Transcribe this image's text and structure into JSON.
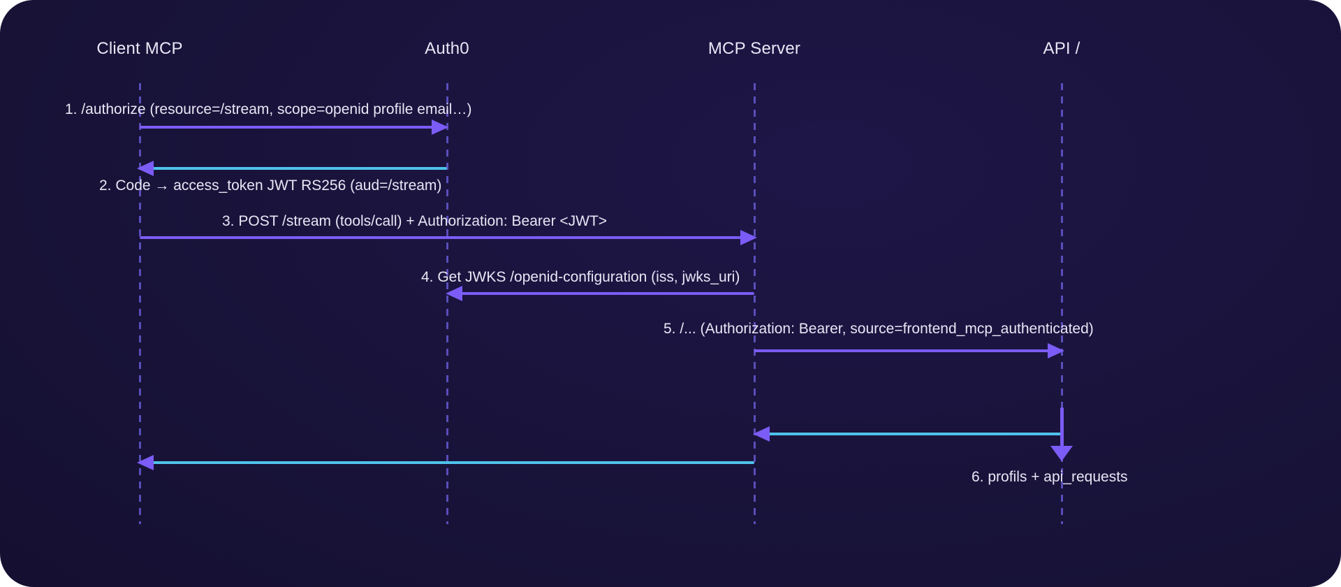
{
  "title": "MCP OAuth sequence diagram",
  "colors": {
    "canvas_center": "#1e1647",
    "canvas_main": "#171236",
    "canvas_edge": "#110d28",
    "purple": "#7c5cf6",
    "cyan": "#4ec2ea",
    "lifeline": "#6459d0",
    "text": "#e9e6f5"
  },
  "actors": [
    {
      "label": "Client MCP"
    },
    {
      "label": "Auth0"
    },
    {
      "label": "MCP Server"
    },
    {
      "label": "API /"
    }
  ],
  "messages": [
    {
      "label": "1. /authorize (resource=/stream, scope=openid profile email…)",
      "from": "Client MCP",
      "to": "Auth0",
      "direction": "right",
      "line_color": "purple"
    },
    {
      "label": "2. Code → access_token JWT RS256 (aud=/stream)",
      "from": "Auth0",
      "to": "Client MCP",
      "direction": "left",
      "line_color": "cyan"
    },
    {
      "label": "3. POST /stream (tools/call) + Authorization: Bearer <JWT>",
      "from": "Client MCP",
      "to": "MCP Server",
      "direction": "right",
      "line_color": "purple"
    },
    {
      "label": "4. Get JWKS /openid-configuration (iss, jwks_uri)",
      "from": "MCP Server",
      "to": "Auth0",
      "direction": "left",
      "line_color": "purple"
    },
    {
      "label": "5. /... (Authorization: Bearer, source=frontend_mcp_authenticated)",
      "from": "MCP Server",
      "to": "API /",
      "direction": "right",
      "line_color": "purple"
    },
    {
      "label": "6. profils + api_requests",
      "from": "API /",
      "to": "MCP Server",
      "direction": "down-then-left",
      "line_color": "purple"
    }
  ],
  "returns": [
    {
      "from": "API /",
      "to": "MCP Server",
      "direction": "left",
      "line_color": "cyan"
    },
    {
      "from": "MCP Server",
      "to": "Client MCP",
      "direction": "left",
      "line_color": "cyan"
    }
  ]
}
